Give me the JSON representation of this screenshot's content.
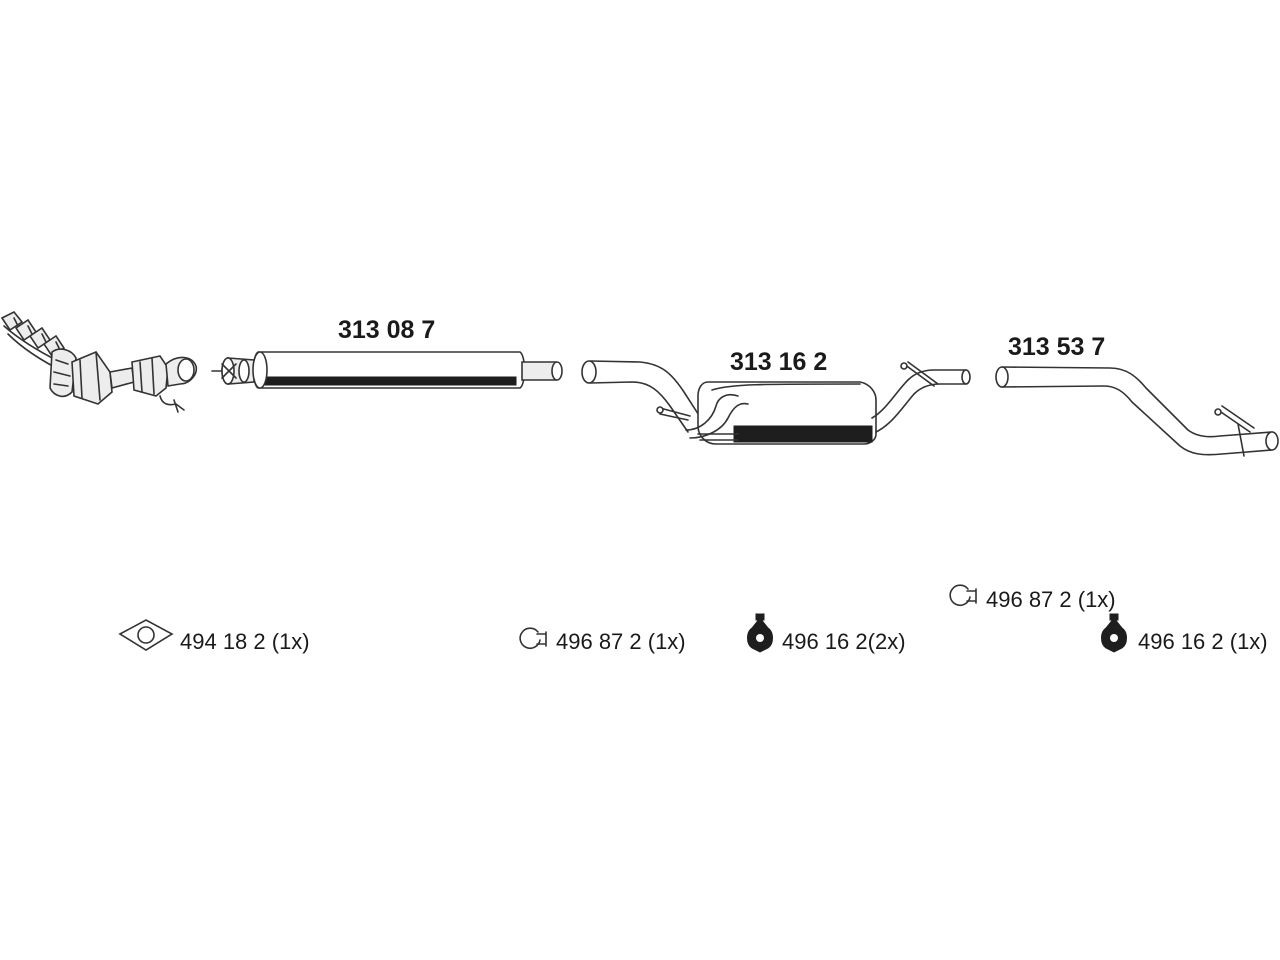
{
  "parts": {
    "front_silencer": "313 08 7",
    "rear_silencer": "313 16 2",
    "tail_pipe": "313 53 7"
  },
  "accessories": [
    {
      "id": "gasket",
      "icon": "gasket-icon",
      "label": "494 18 2  (1x)"
    },
    {
      "id": "clamp_front",
      "icon": "clamp-icon",
      "label": "496 87 2 (1x)"
    },
    {
      "id": "rubber_mount_mid",
      "icon": "rubber-mount-icon",
      "label": "496 16 2(2x)"
    },
    {
      "id": "clamp_rear",
      "icon": "clamp-icon",
      "label": "496 87 2 (1x)"
    },
    {
      "id": "rubber_mount_rear",
      "icon": "rubber-mount-icon",
      "label": "496 16 2  (1x)"
    }
  ]
}
